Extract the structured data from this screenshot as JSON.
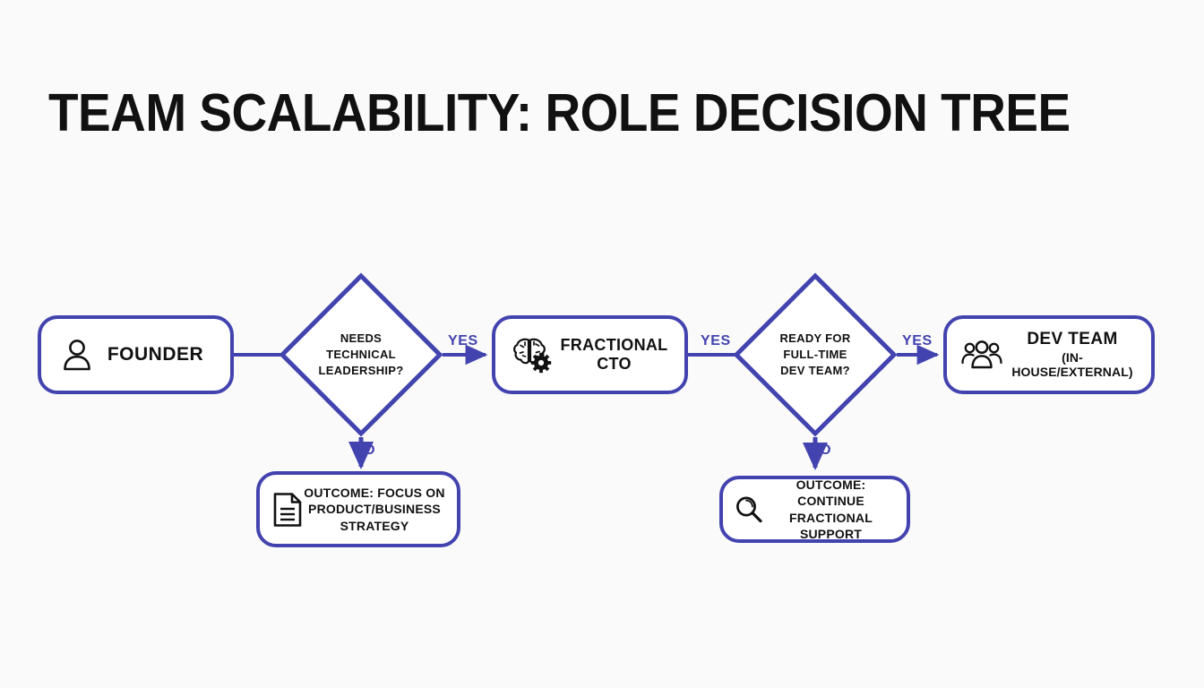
{
  "page": {
    "title": "TEAM SCALABILITY: ROLE DECISION TREE",
    "background_color": "#fafafa",
    "accent_color": "#4343b0",
    "text_color": "#111111"
  },
  "nodes": {
    "founder": {
      "label": "FOUNDER",
      "icon": "person-icon"
    },
    "decision_technical_leadership": {
      "line1": "NEEDS",
      "line2": "TECHNICAL",
      "line3": "LEADERSHIP?"
    },
    "fractional_cto": {
      "line1": "FRACTIONAL",
      "line2": "CTO",
      "icon": "brain-gear-icon"
    },
    "decision_full_time_dev_team": {
      "line1": "READY FOR",
      "line2": "FULL-TIME",
      "line3": "DEV TEAM?"
    },
    "dev_team": {
      "title": "DEV TEAM",
      "subtitle": "(IN-HOUSE/EXTERNAL)",
      "icon": "people-group-icon"
    },
    "outcome_product_strategy": {
      "line1": "OUTCOME: FOCUS ON",
      "line2": "PRODUCT/BUSINESS",
      "line3": "STRATEGY",
      "icon": "document-icon"
    },
    "outcome_fractional_support": {
      "line1": "OUTCOME: CONTINUE",
      "line2": "FRACTIONAL SUPPORT",
      "icon": "magnifier-icon"
    }
  },
  "edges": {
    "yes_1": "YES",
    "yes_2": "YES",
    "yes_3": "YES",
    "no_1": "NO",
    "no_2": "NO"
  }
}
